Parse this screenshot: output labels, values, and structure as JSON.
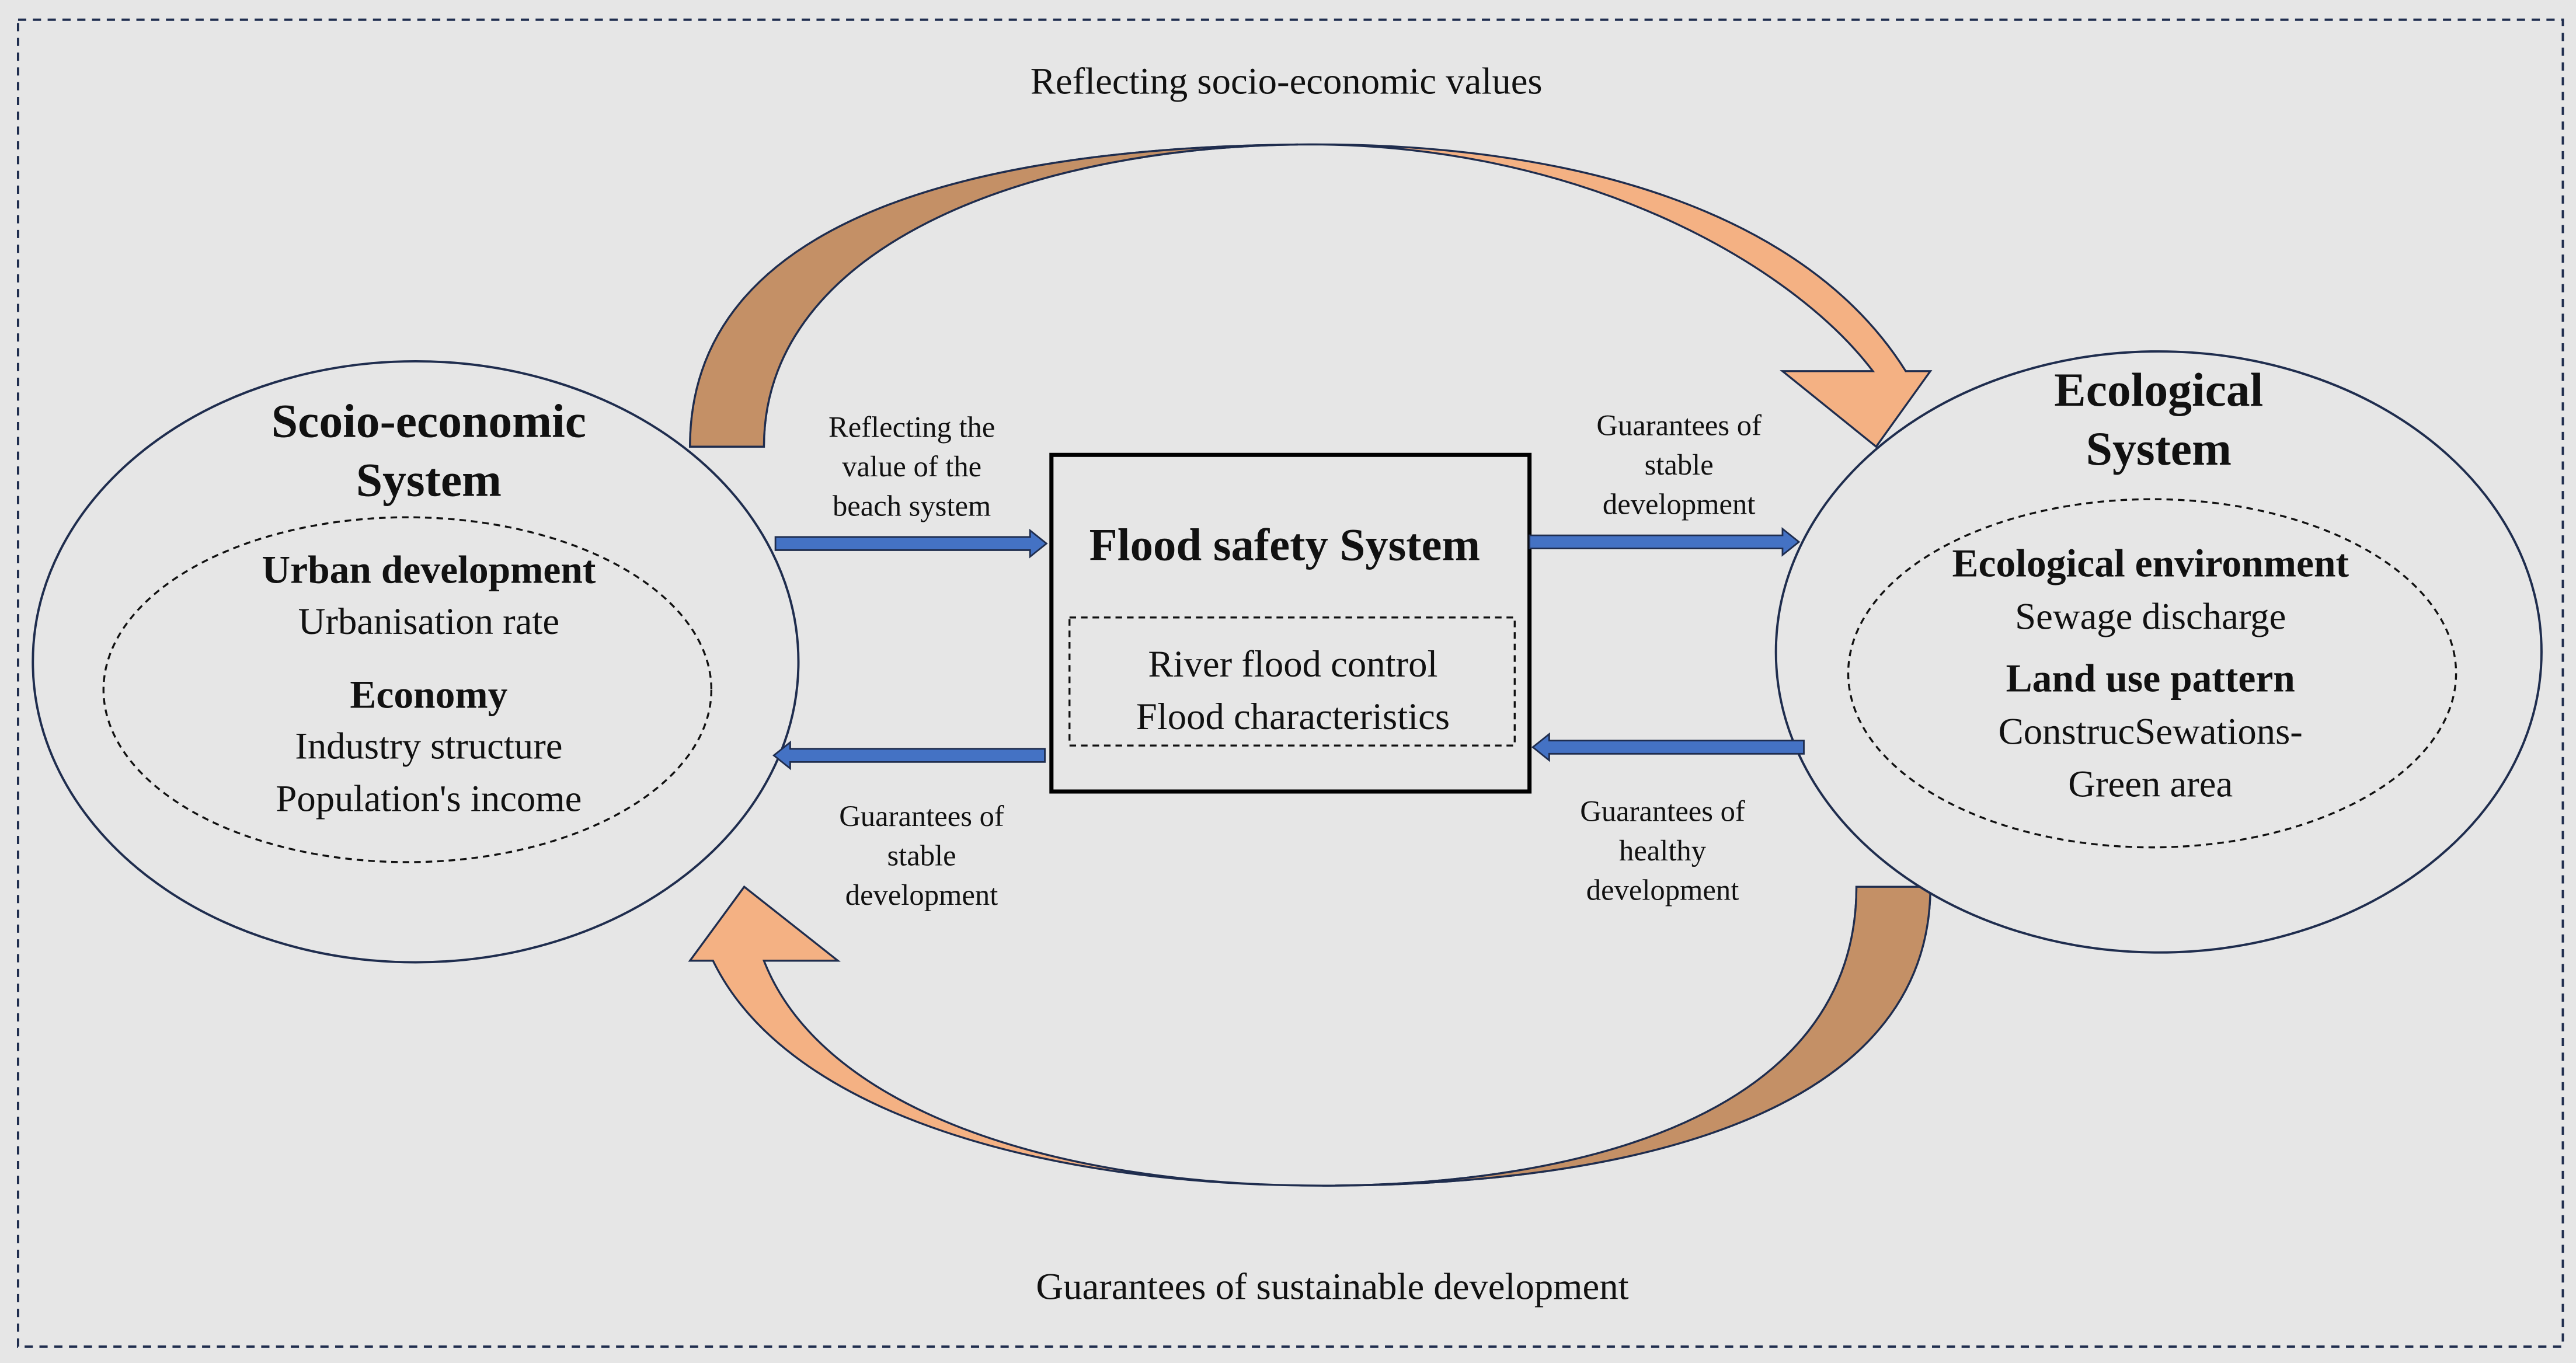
{
  "top_label": "Reflecting socio-economic values",
  "bottom_label": "Guarantees of sustainable development",
  "socio": {
    "title_line1": "Scoio-economic",
    "title_line2": "System",
    "urban_heading": "Urban development",
    "urban_item": "Urbanisation rate",
    "economy_heading": "Economy",
    "economy_item1": "Industry structure",
    "economy_item2": "Population's income"
  },
  "flood": {
    "title": "Flood safety System",
    "item1": "River flood control",
    "item2": "Flood characteristics"
  },
  "ecological": {
    "title_line1": "Ecological",
    "title_line2": "System",
    "env_heading": "Ecological environment",
    "env_item": "Sewage discharge",
    "land_heading": "Land use pattern",
    "land_item1": "ConstrucSewations-",
    "land_item2": "Green area"
  },
  "arrow_labels": {
    "socio_to_flood": [
      "Reflecting the",
      "value of the",
      "beach system"
    ],
    "flood_to_eco": [
      "Guarantees of",
      "stable",
      "development"
    ],
    "flood_to_socio": [
      "Guarantees of",
      "stable",
      "development"
    ],
    "eco_to_flood": [
      "Guarantees of",
      "healthy",
      "development"
    ]
  },
  "colors": {
    "background": "#e6e6e6",
    "outline": "#1f2d4e",
    "blue_arrow": "#4472c4",
    "orange_light": "#f4b183",
    "orange_dark": "#c49066"
  }
}
